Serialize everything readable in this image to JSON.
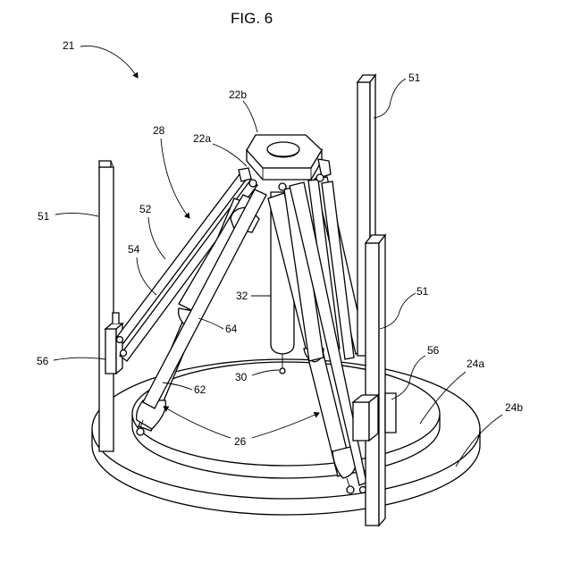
{
  "figure": {
    "title": "FIG. 6",
    "labels": {
      "ref_21": "21",
      "ref_22b": "22b",
      "ref_22a": "22a",
      "ref_28": "28",
      "ref_51_left": "51",
      "ref_51_top_right": "51",
      "ref_51_mid_right": "51",
      "ref_52": "52",
      "ref_54": "54",
      "ref_32": "32",
      "ref_64": "64",
      "ref_56_left": "56",
      "ref_56_right": "56",
      "ref_30": "30",
      "ref_62": "62",
      "ref_24a": "24a",
      "ref_24b": "24b",
      "ref_26": "26"
    }
  }
}
